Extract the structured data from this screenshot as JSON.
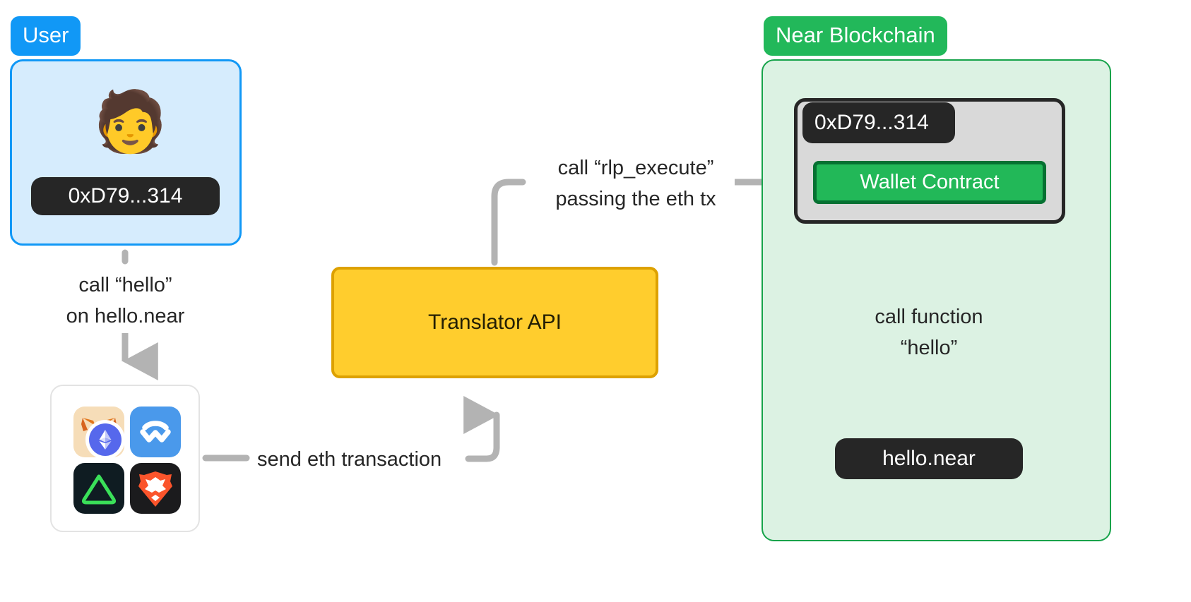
{
  "diagram": {
    "title": "NEAR Ethereum wallet translation flow",
    "background": "#ffffff"
  },
  "groups": [
    {
      "id": "user",
      "badge_label": "User",
      "badge_color": "#1198f6",
      "panel_fill": "#d6ecfd",
      "panel_border": "#1198f6"
    },
    {
      "id": "near",
      "badge_label": "Near Blockchain",
      "badge_color": "#22b85a",
      "panel_fill": "#dcf2e3",
      "panel_border": "#16a34a"
    }
  ],
  "user": {
    "avatar_icon": "person-emoji",
    "avatar_glyph": "🧑",
    "address_pill": "0xD79...314",
    "pill_color": "#262626"
  },
  "wallets": {
    "card_label": "eth-wallet-apps",
    "items": [
      {
        "name": "metamask",
        "label": "MetaMask",
        "color": "#f6ddb8"
      },
      {
        "name": "walletconnect",
        "label": "WalletConnect",
        "color": "#4a99eb"
      },
      {
        "name": "rainbow",
        "label": "Rainbow",
        "color": "#0f1c22"
      },
      {
        "name": "brave",
        "label": "Brave Wallet",
        "color": "#1b1b1d"
      }
    ],
    "center_icon": "ethereum-icon",
    "center_color": "#5668ec"
  },
  "translator": {
    "label": "Translator API",
    "fill": "#ffcd2d",
    "border": "#dda101"
  },
  "near": {
    "contract_address_pill": "0xD79...314",
    "wallet_contract_label": "Wallet Contract",
    "wallet_contract_fill": "#22b858",
    "wallet_contract_border": "#067132",
    "target_contract_pill": "hello.near"
  },
  "edges": [
    {
      "id": "user-to-wallets",
      "label_line1": "call “hello”",
      "label_line2": "on hello.near"
    },
    {
      "id": "wallets-to-translator",
      "label": "send eth transaction"
    },
    {
      "id": "translator-to-wallet-contract",
      "label_line1": "call “rlp_execute”",
      "label_line2": "passing the eth tx"
    },
    {
      "id": "wallet-contract-to-hello-near",
      "label_line1": "call function",
      "label_line2": "“hello”"
    }
  ],
  "colors": {
    "arrow_gray": "#b3b3b3",
    "text_dark": "#262626",
    "card_border": "#e3e3e3"
  }
}
